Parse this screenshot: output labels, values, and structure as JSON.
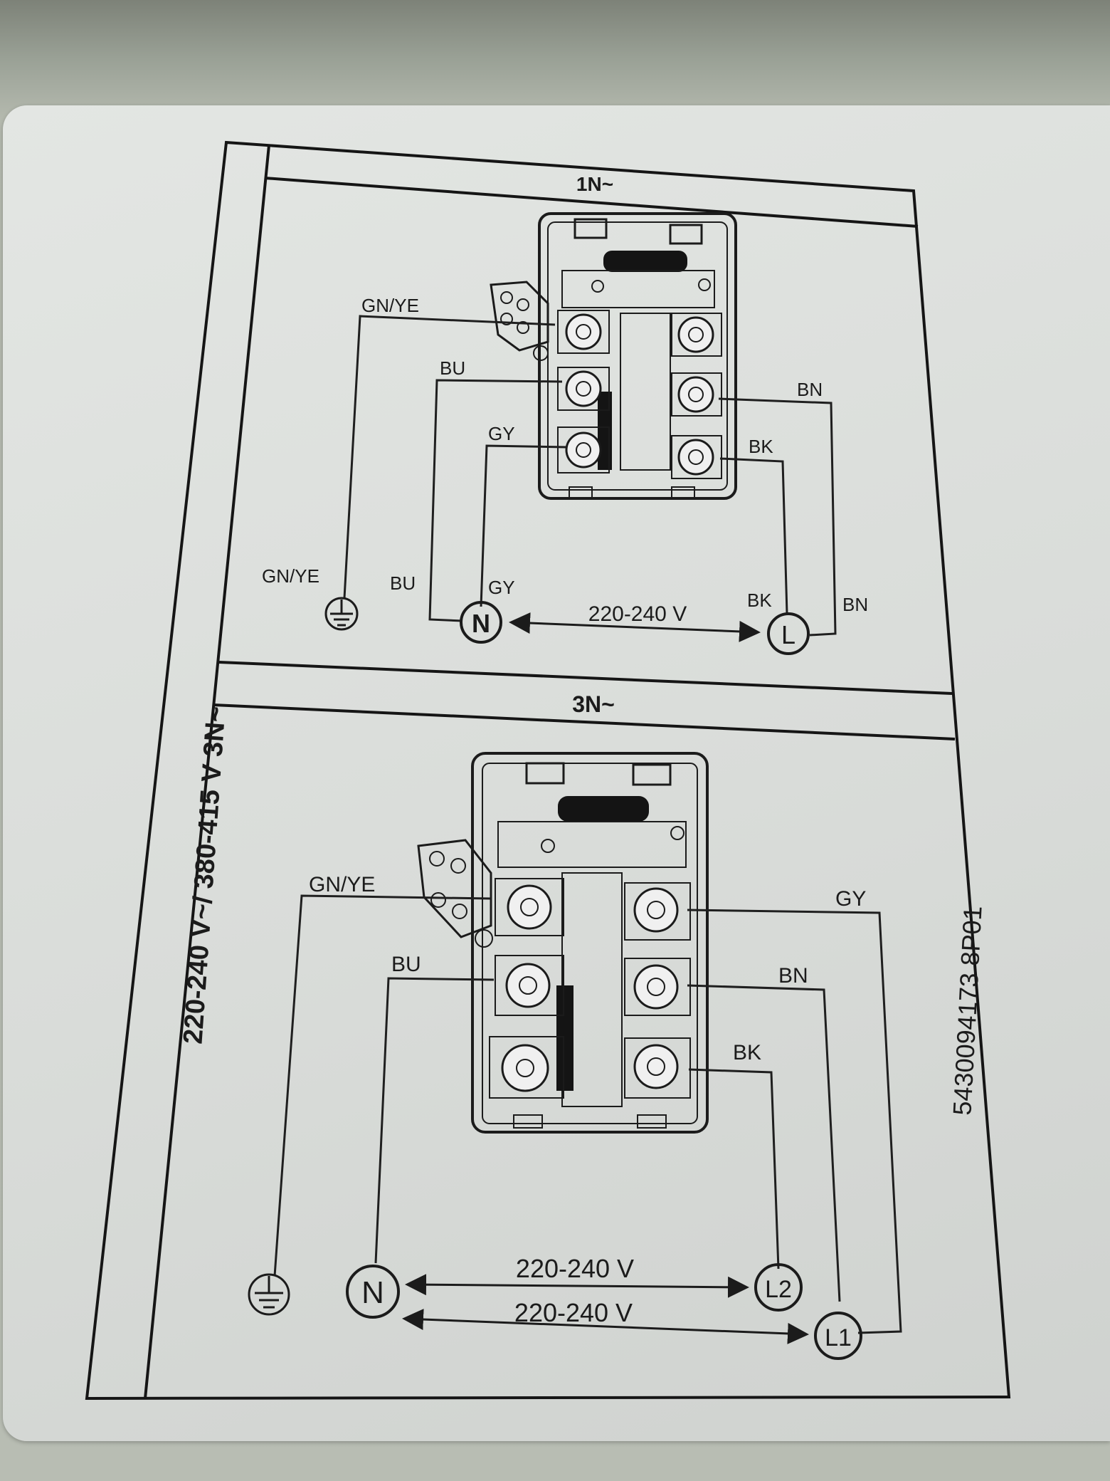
{
  "side_label": "220-240 V~/ 380-415 V 3N~",
  "serial_number": "5430094173 8P01",
  "panels": [
    {
      "header": "1N~",
      "wire_labels": {
        "gnye_top": "GN/YE",
        "bu_top": "BU",
        "gy_top": "GY",
        "bn_top": "BN",
        "bk_top": "BK",
        "gnye_bottom": "GN/YE",
        "bu_bottom": "BU",
        "gy_bottom": "GY",
        "bk_bottom": "BK",
        "bn_bottom": "BN"
      },
      "terminals": {
        "neutral": "N",
        "live": "L"
      },
      "voltage": "220-240 V"
    },
    {
      "header": "3N~",
      "wire_labels": {
        "gnye_top": "GN/YE",
        "bu_top": "BU",
        "gy_top": "GY",
        "bn_top": "BN",
        "bk_top": "BK"
      },
      "terminals": {
        "neutral": "N",
        "live2": "L2",
        "live1": "L1"
      },
      "voltages": [
        "220-240 V",
        "220-240 V"
      ]
    }
  ],
  "colors": {
    "card": "#dcdfdc",
    "ink": "#1b1b1b",
    "background": "#9aa196"
  }
}
